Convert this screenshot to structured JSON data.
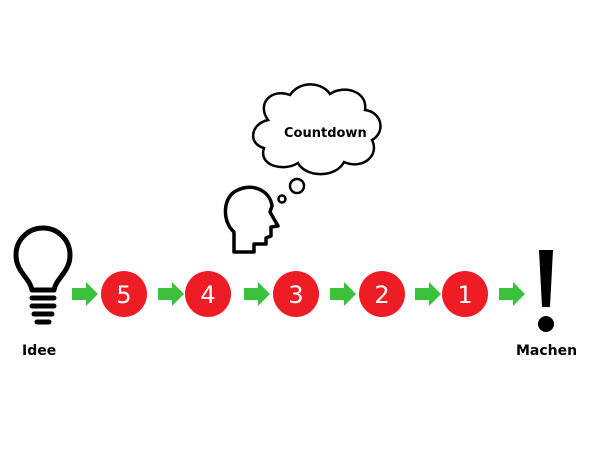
{
  "labels": {
    "start": "Idee",
    "end": "Machen",
    "thought": "Countdown"
  },
  "steps": [
    "5",
    "4",
    "3",
    "2",
    "1"
  ],
  "colors": {
    "circle": "#ee1c24",
    "arrow": "#3cc13c",
    "ink": "#000000",
    "number": "#ffffff"
  },
  "icons": {
    "start": "lightbulb-icon",
    "thinker": "head-thinking-icon",
    "end": "exclamation-icon"
  }
}
